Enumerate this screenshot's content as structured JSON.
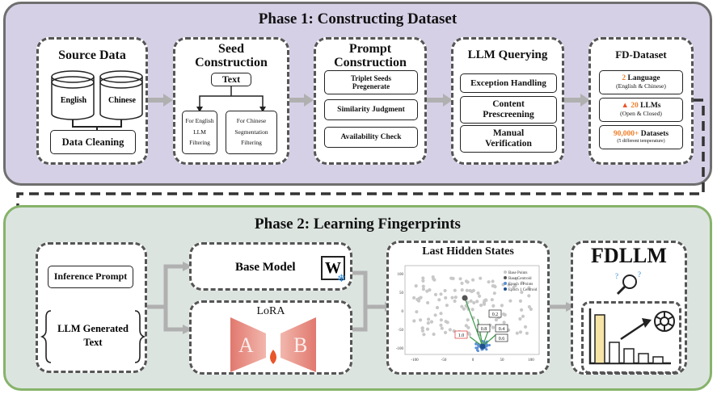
{
  "phase1": {
    "title": "Phase 1: Constructing Dataset",
    "source_data": {
      "title": "Source Data",
      "english": "English",
      "chinese": "Chinese",
      "cleaning": "Data Cleaning"
    },
    "seed": {
      "title_line1": "Seed",
      "title_line2": "Construction",
      "text": "Text",
      "english_box": [
        "For English",
        "LLM",
        "Filtering"
      ],
      "chinese_box": [
        "For Chinese",
        "Segmentation",
        "Filtering"
      ]
    },
    "prompt": {
      "title_line1": "Prompt",
      "title_line2": "Construction",
      "triplet_line1": "Triplet Seeds",
      "triplet_line2": "Pregenerate",
      "similarity": "Similarity Judgment",
      "availability": "Availability Check"
    },
    "llm": {
      "title": "LLM Querying",
      "exception": "Exception Handling",
      "prescreen_line1": "Content",
      "prescreen_line2": "Prescreening",
      "manual_line1": "Manual",
      "manual_line2": "Verification"
    },
    "fd": {
      "title": "FD-Dataset",
      "lang_num": "2",
      "lang_label": " Language",
      "lang_sub": "(English & Chinese)",
      "llm_num": "20",
      "llm_label": " LLMs",
      "llm_sub": "(Open & Closed)",
      "ds_num": "90,000+",
      "ds_label": " Datasets",
      "ds_sub": "(5 different temperature)"
    }
  },
  "phase2": {
    "title": "Phase 2: Learning Fingerprints",
    "inference_prompt": "Inference Prompt",
    "generated_line1": "LLM Generated",
    "generated_line2": "Text",
    "base_model": "Base Model",
    "base_icon_letter": "W",
    "lora": "LoRA",
    "lora_a": "A",
    "lora_b": "B",
    "hidden_title": "Last Hidden States",
    "fdllm": "FDLLM"
  },
  "scatter": {
    "legend": [
      "Base Points",
      "Base Centroid",
      "Epoch 1 Points",
      "Epoch 1 Centroid"
    ],
    "xticks": [
      "-100",
      "-50",
      "0",
      "50",
      "100"
    ],
    "yticks": [
      "100",
      "50",
      "0",
      "-50",
      "-100"
    ],
    "labels": [
      "0.2",
      "0.8",
      "0.4",
      "1.0",
      "0.6"
    ]
  },
  "colors": {
    "phase1_bg": "#d6d0e6",
    "phase2_bg": "#dce4e0",
    "accent": "#f07f2a",
    "arrow": "#b0b0b0",
    "lora": "#e98a80",
    "bar": "#f6e3a6"
  }
}
